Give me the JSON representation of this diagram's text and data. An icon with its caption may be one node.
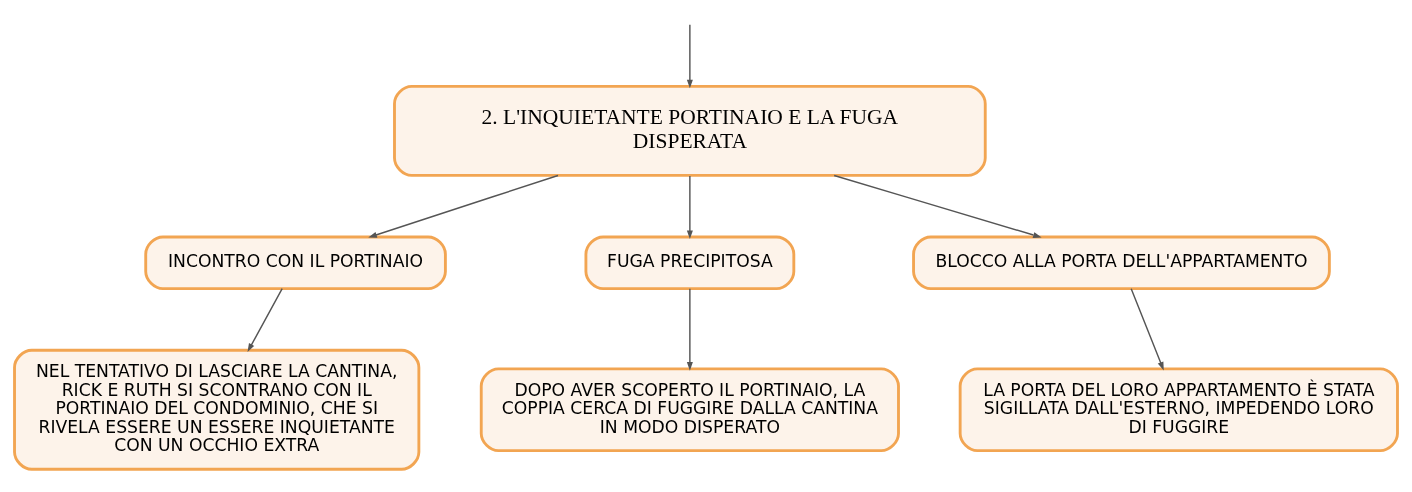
{
  "diagram": {
    "nodes": [
      {
        "text": [
          "2. L'INQUIETANTE PORTINAIO E LA FUGA DISPERATA"
        ]
      },
      {
        "text": [
          "INCONTRO CON IL PORTINAIO"
        ]
      },
      {
        "text": [
          "FUGA PRECIPITOSA"
        ]
      },
      {
        "text": [
          "BLOCCO ALLA PORTA DELL'APPARTAMENTO"
        ]
      },
      {
        "text": [
          "NEL TENTATIVO DI LASCIARE LA CANTINA, RICK E RUTH SI SCONTRANO CON IL PORTINAIO DEL CONDOMINIO, CHE SI RIVELA ESSERE UN ESSERE INQUIETANTE CON UN OCCHIO EXTRA"
        ]
      },
      {
        "text": [
          "DOPO AVER SCOPERTO IL PORTINAIO, LA COPPIA CERCA DI FUGGIRE DALLA CANTINA IN MODO DISPERATO"
        ]
      },
      {
        "text": [
          "LA PORTA DEL LORO APPARTAMENTO È STATA SIGILLATA DALL'ESTERNO, IMPEDENDO LORO DI FUGGIRE"
        ]
      }
    ],
    "edges": [
      {
        "from": null,
        "to": 0,
        "arrow": "to"
      },
      {
        "from": 0,
        "to": 1,
        "arrow": "to"
      },
      {
        "from": 0,
        "to": 2,
        "arrow": "to"
      },
      {
        "from": 0,
        "to": 3,
        "arrow": "to"
      },
      {
        "from": 1,
        "to": 4,
        "arrow": "to"
      },
      {
        "from": 2,
        "to": 5,
        "arrow": "to"
      },
      {
        "from": 3,
        "to": 6,
        "arrow": "to"
      }
    ]
  }
}
